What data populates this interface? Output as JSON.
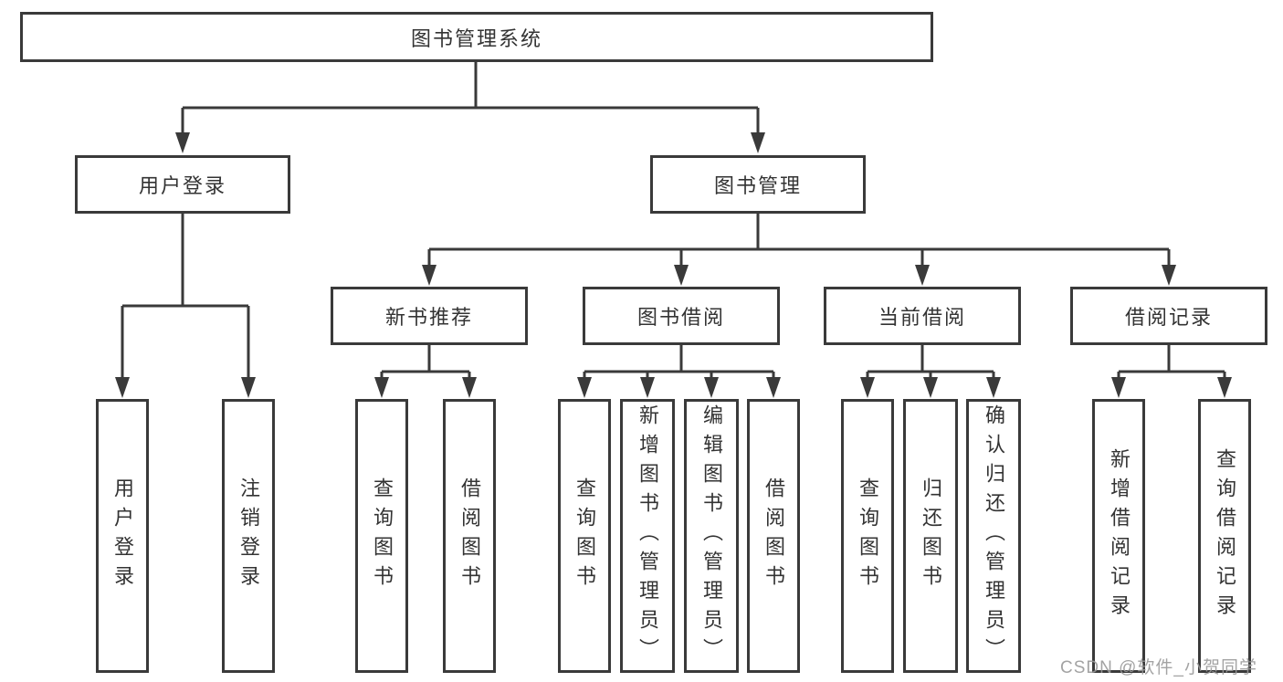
{
  "page": {
    "background": "#ffffff",
    "line_color": "#3a3a3a",
    "text_color": "#333333",
    "watermark_color": "#9a9a9a"
  },
  "tree": {
    "root": "图书管理系统",
    "level2": {
      "user_login": "用户登录",
      "book_management": "图书管理"
    },
    "level3": {
      "new_book_recommend": "新书推荐",
      "book_borrow": "图书借阅",
      "current_borrow": "当前借阅",
      "borrow_records": "借阅记录"
    },
    "leaves": {
      "user_login": [
        "用户登录",
        "注销登录"
      ],
      "new_book_recommend": [
        "查询图书",
        "借阅图书"
      ],
      "book_borrow": [
        "查询图书",
        "新增图书（管理员）",
        "编辑图书（管理员）",
        "借阅图书"
      ],
      "current_borrow": [
        "查询图书",
        "归还图书",
        "确认归还（管理员）"
      ],
      "borrow_records": [
        "新增借阅记录",
        "查询借阅记录"
      ]
    }
  },
  "watermark": "CSDN @软件_小贺同学"
}
